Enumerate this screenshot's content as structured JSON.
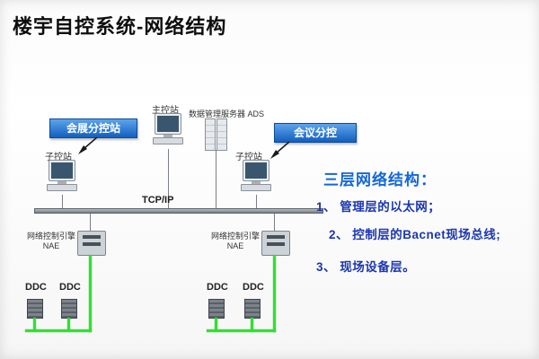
{
  "slide": {
    "title": "楼宇自控系统-网络结构"
  },
  "diagram": {
    "callouts": {
      "exhibition": "会展分控站",
      "meeting": "会议分控"
    },
    "stations": {
      "main": "主控站",
      "server": "数据管理服务器 ADS",
      "sub_left": "子控站",
      "sub_right": "子控站"
    },
    "bus_label": "TCP/IP",
    "nae_left": "网络控制引擎\nNAE",
    "nae_right": "网络控制引擎\nNAE",
    "ddc_label": "DDC"
  },
  "notes": {
    "heading": "三层网络结构：",
    "items": [
      "1、 管理层的以太网；",
      "2、 控制层的Bacnet现场总线;",
      "3、 现场设备层。"
    ]
  },
  "colors": {
    "callout_bg": "#1160c0",
    "notes_heading": "#1467d8",
    "note_text": "#1b36b0",
    "field_bus_green": "#2be52b",
    "backbone_gray": "#757b83"
  }
}
